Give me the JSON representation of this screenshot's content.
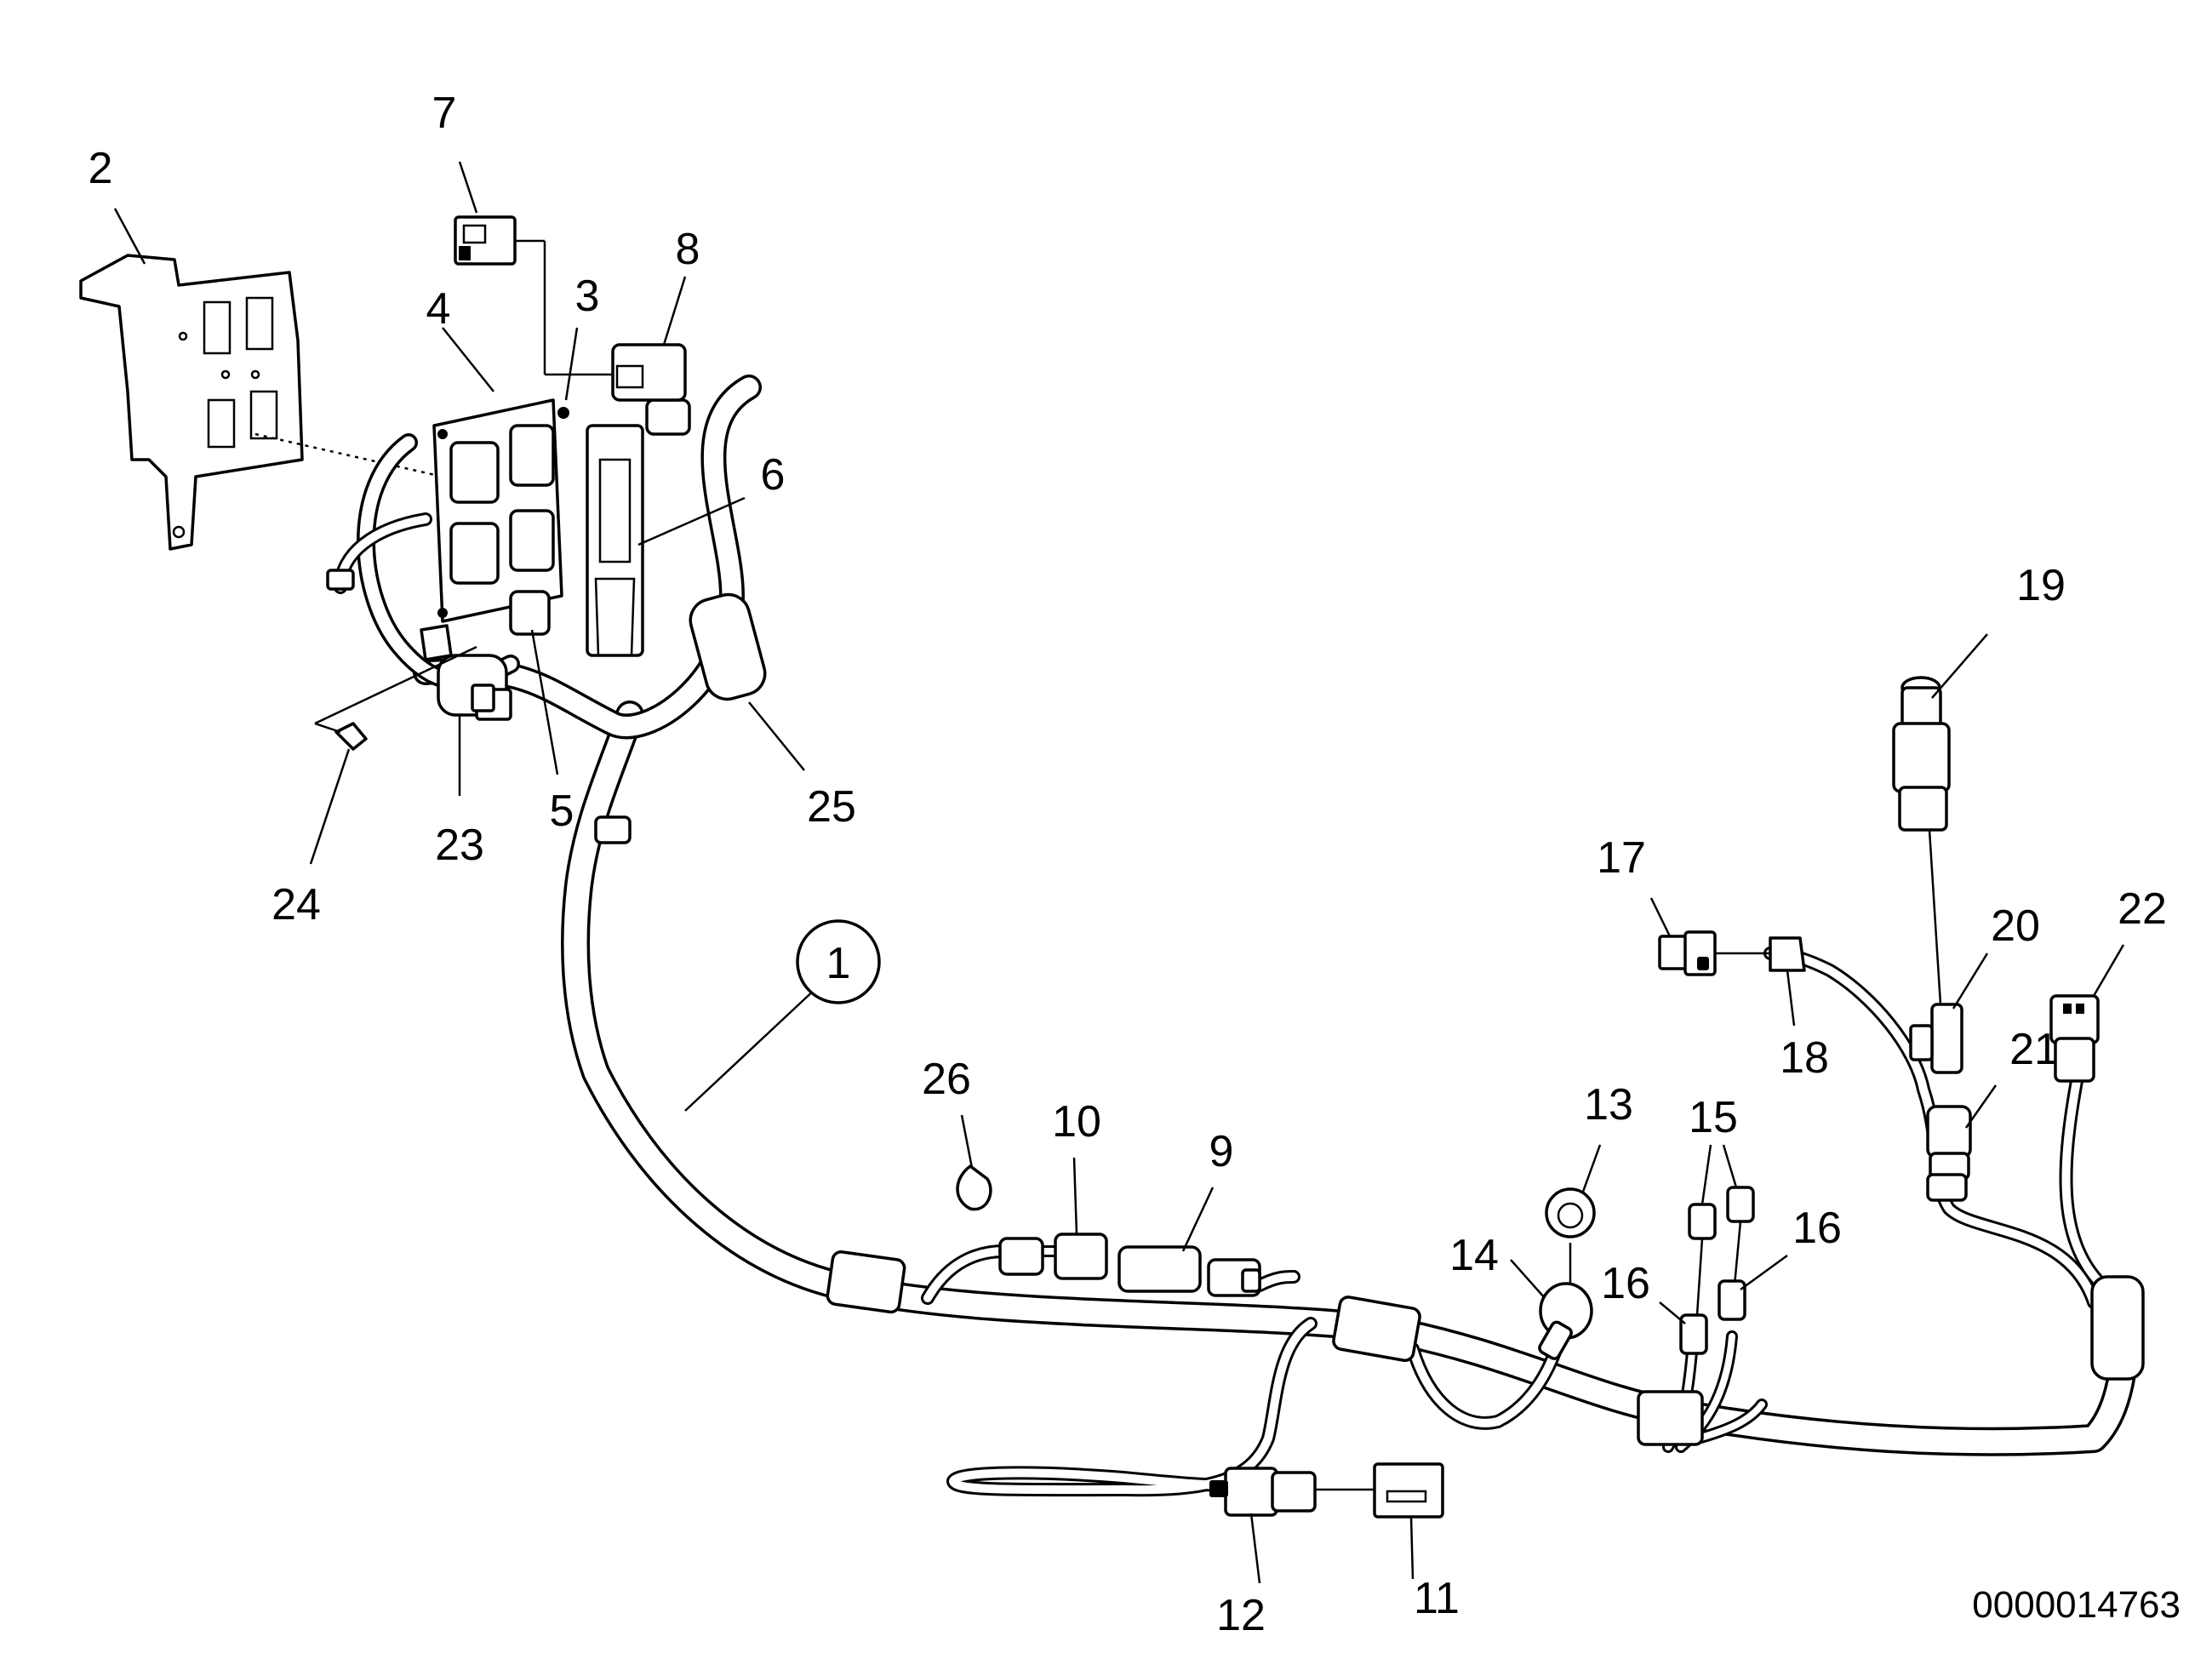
{
  "callouts": [
    {
      "id": "1",
      "label": "1"
    },
    {
      "id": "2",
      "label": "2"
    },
    {
      "id": "3",
      "label": "3"
    },
    {
      "id": "4",
      "label": "4"
    },
    {
      "id": "5",
      "label": "5"
    },
    {
      "id": "6",
      "label": "6"
    },
    {
      "id": "7",
      "label": "7"
    },
    {
      "id": "8",
      "label": "8"
    },
    {
      "id": "9",
      "label": "9"
    },
    {
      "id": "10",
      "label": "10"
    },
    {
      "id": "11",
      "label": "11"
    },
    {
      "id": "12",
      "label": "12"
    },
    {
      "id": "13",
      "label": "13"
    },
    {
      "id": "14",
      "label": "14"
    },
    {
      "id": "15",
      "label": "15"
    },
    {
      "id": "16a",
      "label": "16"
    },
    {
      "id": "16b",
      "label": "16"
    },
    {
      "id": "17",
      "label": "17"
    },
    {
      "id": "18",
      "label": "18"
    },
    {
      "id": "19",
      "label": "19"
    },
    {
      "id": "20",
      "label": "20"
    },
    {
      "id": "21",
      "label": "21"
    },
    {
      "id": "22",
      "label": "22"
    },
    {
      "id": "23",
      "label": "23"
    },
    {
      "id": "24",
      "label": "24"
    },
    {
      "id": "25",
      "label": "25"
    },
    {
      "id": "26",
      "label": "26"
    }
  ],
  "document_id": "0000014763"
}
